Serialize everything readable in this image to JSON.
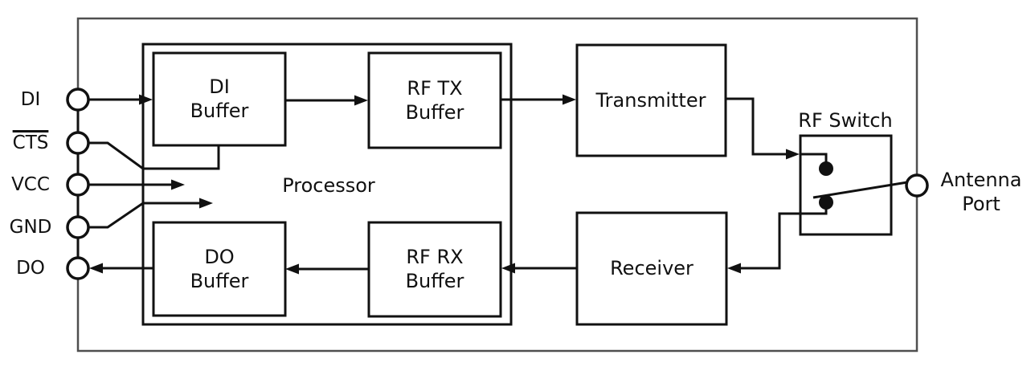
{
  "labels": {
    "di": "DI",
    "cts": "CTS",
    "vcc": "VCC",
    "gnd": "GND",
    "do": "DO",
    "di_buffer": "DI\nBuffer",
    "rf_tx_buffer": "RF TX\nBuffer",
    "do_buffer": "DO\nBuffer",
    "rf_rx_buffer": "RF RX\nBuffer",
    "processor": "Processor",
    "transmitter": "Transmitter",
    "receiver": "Receiver",
    "rf_switch": "RF Switch",
    "antenna_port": "Antenna\nPort"
  },
  "pins": [
    {
      "label": "DI",
      "overline": false,
      "direction": "input"
    },
    {
      "label": "CTS",
      "overline": true,
      "direction": "output"
    },
    {
      "label": "VCC",
      "overline": false,
      "direction": "power"
    },
    {
      "label": "GND",
      "overline": false,
      "direction": "power"
    },
    {
      "label": "DO",
      "overline": false,
      "direction": "output"
    }
  ],
  "connections": [
    {
      "from": "DI",
      "to": "DI Buffer",
      "arrow": true
    },
    {
      "from": "CTS",
      "to": "DI Buffer",
      "arrow": false
    },
    {
      "from": "VCC",
      "to": "Processor",
      "arrow": true
    },
    {
      "from": "GND",
      "to": "Processor",
      "arrow": true
    },
    {
      "from": "DO Buffer",
      "to": "DO",
      "arrow": true
    },
    {
      "from": "DI Buffer",
      "to": "RF TX Buffer",
      "arrow": true
    },
    {
      "from": "RF TX Buffer",
      "to": "Transmitter",
      "arrow": true
    },
    {
      "from": "Transmitter",
      "to": "RF Switch",
      "arrow": true
    },
    {
      "from": "RF Switch",
      "to": "Antenna Port",
      "arrow": false
    },
    {
      "from": "RF Switch",
      "to": "Receiver",
      "arrow": true
    },
    {
      "from": "Receiver",
      "to": "RF RX Buffer",
      "arrow": true
    },
    {
      "from": "RF RX Buffer",
      "to": "DO Buffer",
      "arrow": true
    }
  ],
  "colors": {
    "background": "#ffffff",
    "line": "#111111",
    "outer_box": "#4f4f4f",
    "text": "#111111"
  }
}
